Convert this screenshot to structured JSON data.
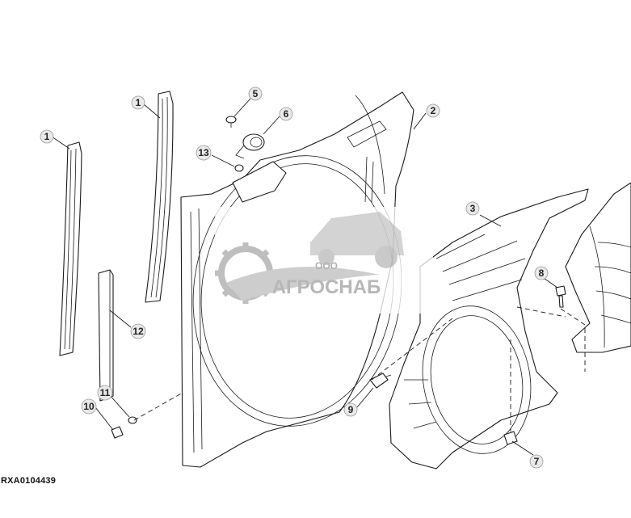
{
  "diagram": {
    "code": "RXA0104439",
    "callouts": [
      "1",
      "1",
      "2",
      "3",
      "5",
      "6",
      "7",
      "8",
      "9",
      "10",
      "11",
      "12",
      "13"
    ]
  },
  "watermark": {
    "company_prefix": "ООО",
    "company_name": "АГРОСНАБ",
    "color": "#b8b8b8"
  }
}
